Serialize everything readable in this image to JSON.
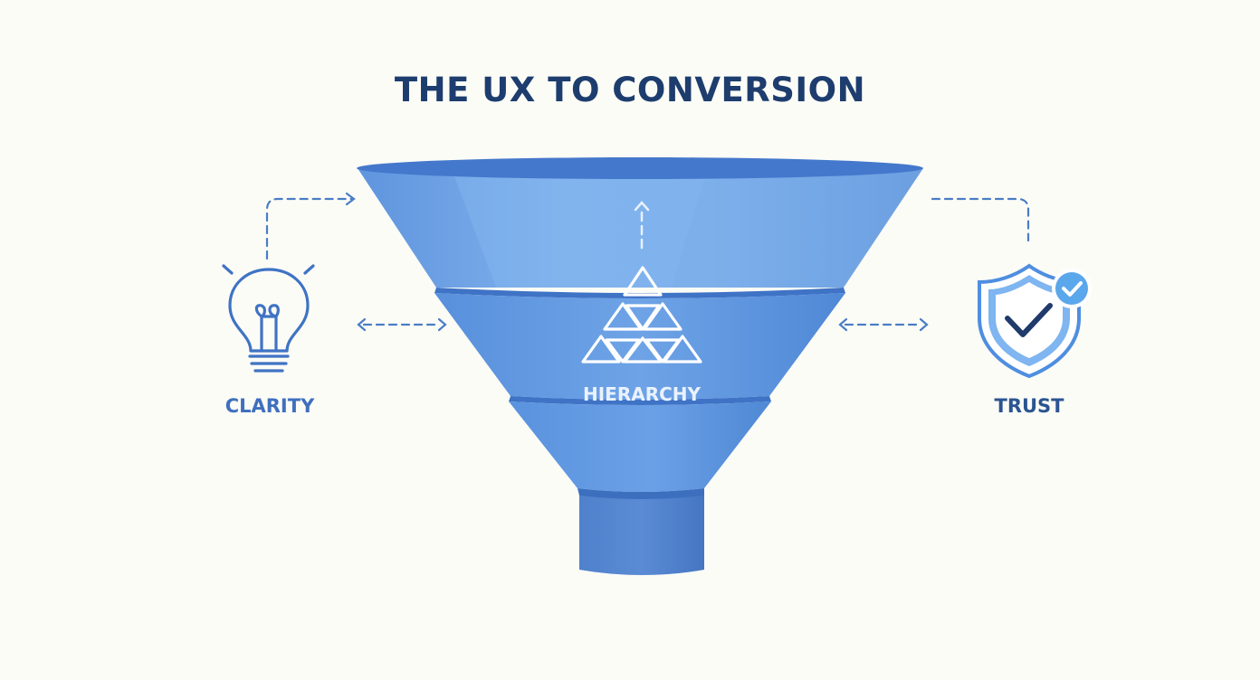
{
  "title": "THE UX TO CONVERSION",
  "labels": {
    "clarity": "CLARITY",
    "hierarchy": "HIERARCHY",
    "trust": "TRUST"
  },
  "icons": {
    "clarity": "lightbulb-icon",
    "hierarchy": "pyramid-icon",
    "trust": "shield-check-icon"
  },
  "colors": {
    "background": "#fcfcf7",
    "title": "#1d3d6e",
    "accent_blue": "#3f78c8",
    "funnel_light": "#72a6e6",
    "funnel_dark": "#4f84d2",
    "navy": "#1f3a6b"
  }
}
